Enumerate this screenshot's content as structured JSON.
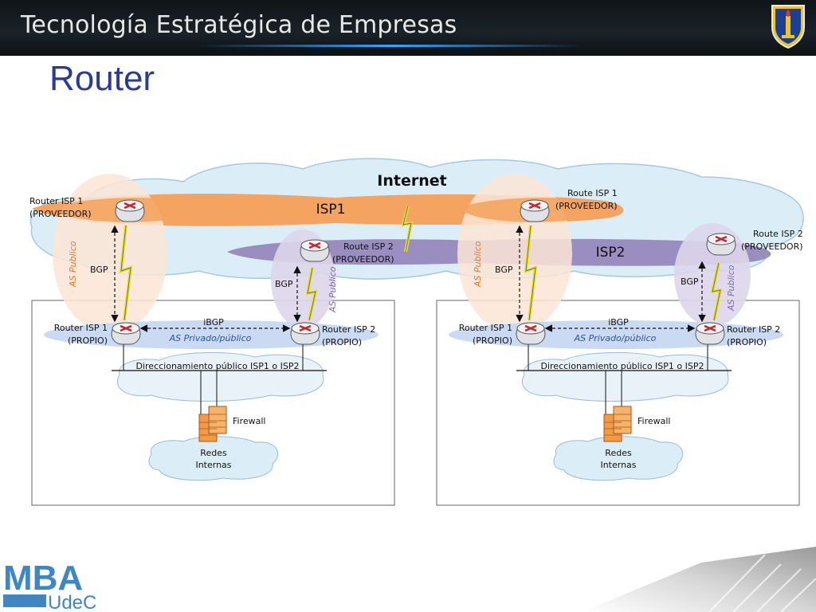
{
  "header": {
    "title": "Tecnología Estratégica de Empresas"
  },
  "slide": {
    "title": "Router"
  },
  "diagram": {
    "internet": "Internet",
    "isp1": "ISP1",
    "isp2": "ISP2",
    "left": {
      "router_isp1_top": [
        "Router ISP 1",
        "(PROVEEDOR)"
      ],
      "route_isp2_top": [
        "Route ISP 2",
        "(PROVEEDOR)"
      ],
      "router_isp1_bottom": [
        "Router ISP 1",
        "(PROPIO)"
      ],
      "router_isp2_bottom": [
        "Router ISP 2",
        "(PROPIO)"
      ],
      "as_publico_1": "AS Publico",
      "as_publico_2": "AS Publico",
      "bgp_1": "BGP",
      "bgp_2": "BGP",
      "ibgp": "iBGP",
      "as_privado": "AS Privado/público",
      "direccionamiento": "Direccionamiento público ISP1 o ISP2",
      "firewall": "Firewall",
      "redes": [
        "Redes",
        "Internas"
      ]
    },
    "right": {
      "router_isp1_top": [
        "Route ISP 1",
        "(PROVEEDOR)"
      ],
      "route_isp2_top": [
        "Route ISP 2",
        "(PROVEEDOR)"
      ],
      "router_isp1_bottom": [
        "Router ISP 1",
        "(PROPIO)"
      ],
      "router_isp2_bottom": [
        "Router ISP 2",
        "(PROPIO)"
      ],
      "as_publico_1": "AS Publico",
      "as_publico_2": "AS Publico",
      "bgp_1": "BGP",
      "bgp_2": "BGP",
      "ibgp": "iBGP",
      "as_privado": "AS Privado/público",
      "direccionamiento": "Direccionamiento público ISP1 o ISP2",
      "firewall": "Firewall",
      "redes": [
        "Redes",
        "Internas"
      ]
    }
  },
  "footer": {
    "logo_top": "MBA",
    "logo_bottom": "UdeC"
  },
  "colors": {
    "isp1": "#f4a460",
    "isp2": "#9a8ec0",
    "as_publico_orange": "#fbe5d6",
    "as_publico_purple": "#ddd6ea",
    "cloud": "#dbeef8",
    "title": "#2a3a96"
  }
}
